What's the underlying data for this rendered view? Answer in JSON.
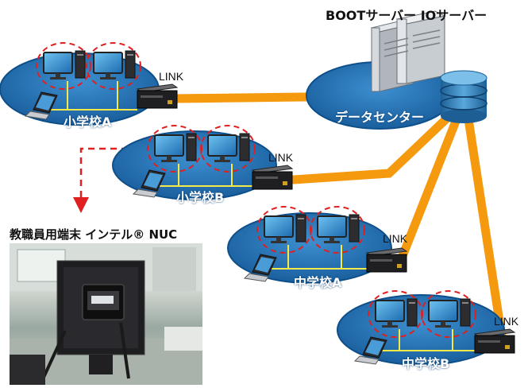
{
  "servers_title": "BOOTサーバー IOサーバー",
  "data_center": {
    "label": "データセンター"
  },
  "schools": [
    {
      "name": "小学校A",
      "link_label": "LINK"
    },
    {
      "name": "小学校B",
      "link_label": "LINK"
    },
    {
      "name": "中学校A",
      "link_label": "LINK"
    },
    {
      "name": "中学校B",
      "link_label": "LINK"
    }
  ],
  "terminal_caption": "教職員用端末 インテル® NUC",
  "colors": {
    "ellipse_fill": "#1f6fb0",
    "ellipse_edge": "#0d4f8a",
    "cable": "#f59a0f",
    "dashed": "#e02020",
    "lan_line": "#f4e84a"
  }
}
